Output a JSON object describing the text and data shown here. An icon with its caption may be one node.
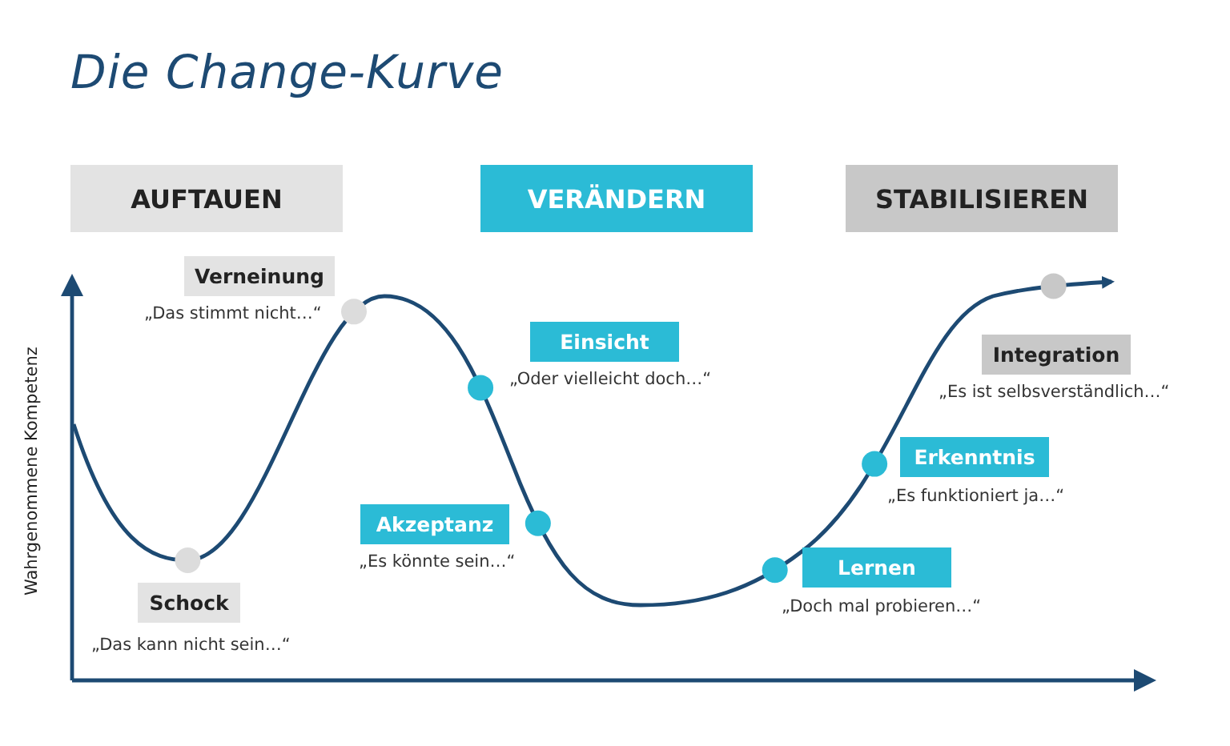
{
  "diagram": {
    "title": "Die Change-Kurve",
    "nodes": [
      {
        "text": [
          "AUFTAUEN"
        ]
      },
      {
        "text": [
          "VERÄNDERN"
        ]
      },
      {
        "text": [
          "STABILISIEREN"
        ]
      },
      {
        "text": [
          "Verneinung"
        ],
        "beside": [
          "„Das stimmt nicht…“"
        ]
      },
      {
        "text": [
          "Einsicht"
        ],
        "beside": [
          "„Oder vielleicht doch…“"
        ]
      },
      {
        "text": [
          "Akzeptanz"
        ],
        "beside": [
          "„Es könnte sein…“"
        ]
      },
      {
        "text": [
          "Schock"
        ],
        "beside": [
          "„Das kann nicht sein…“"
        ]
      },
      {
        "text": [
          "Integration"
        ],
        "beside": [
          "„Es ist selbsverständlich…“"
        ]
      },
      {
        "text": [
          "Erkenntnis"
        ],
        "beside": [
          "„Es funktioniert ja…“"
        ]
      },
      {
        "text": [
          "Lernen"
        ],
        "beside": [
          "„Doch mal probieren…“"
        ]
      }
    ],
    "labels": [
      "Wahrgenommene Kompetenz"
    ]
  }
}
